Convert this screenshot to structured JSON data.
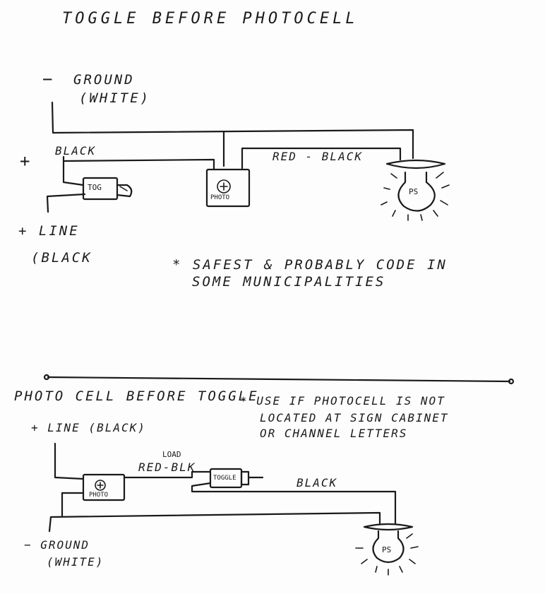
{
  "top": {
    "title": "TOGGLE BEFORE PHOTOCELL",
    "minus_sign": "−",
    "ground_label": "GROUND",
    "ground_color": "(WHITE)",
    "plus_sign": "+",
    "black_label": "BLACK",
    "toggle_label": "TOG",
    "photo_label": "PHOTO",
    "red_black_label": "RED - BLACK",
    "lamp_label": "PS",
    "line_label": "+ LINE",
    "line_color": "(BLACK",
    "note_line1": "* SAFEST & PROBABLY CODE IN",
    "note_line2": "SOME MUNICIPALITIES"
  },
  "bottom": {
    "title": "PHOTO CELL BEFORE TOGGLE",
    "note_line1": "* USE IF PHOTOCELL IS NOT",
    "note_line2": "LOCATED AT SIGN CABINET",
    "note_line3": "OR CHANNEL LETTERS",
    "line_label": "+ LINE (BLACK)",
    "load_label": "LOAD",
    "red_blk_label": "RED-BLK",
    "toggle_label": "TOGGLE",
    "photo_label": "PHOTO",
    "black_label": "BLACK",
    "ground_label": "− GROUND",
    "ground_color": "(WHITE)",
    "lamp_label": "PS"
  }
}
